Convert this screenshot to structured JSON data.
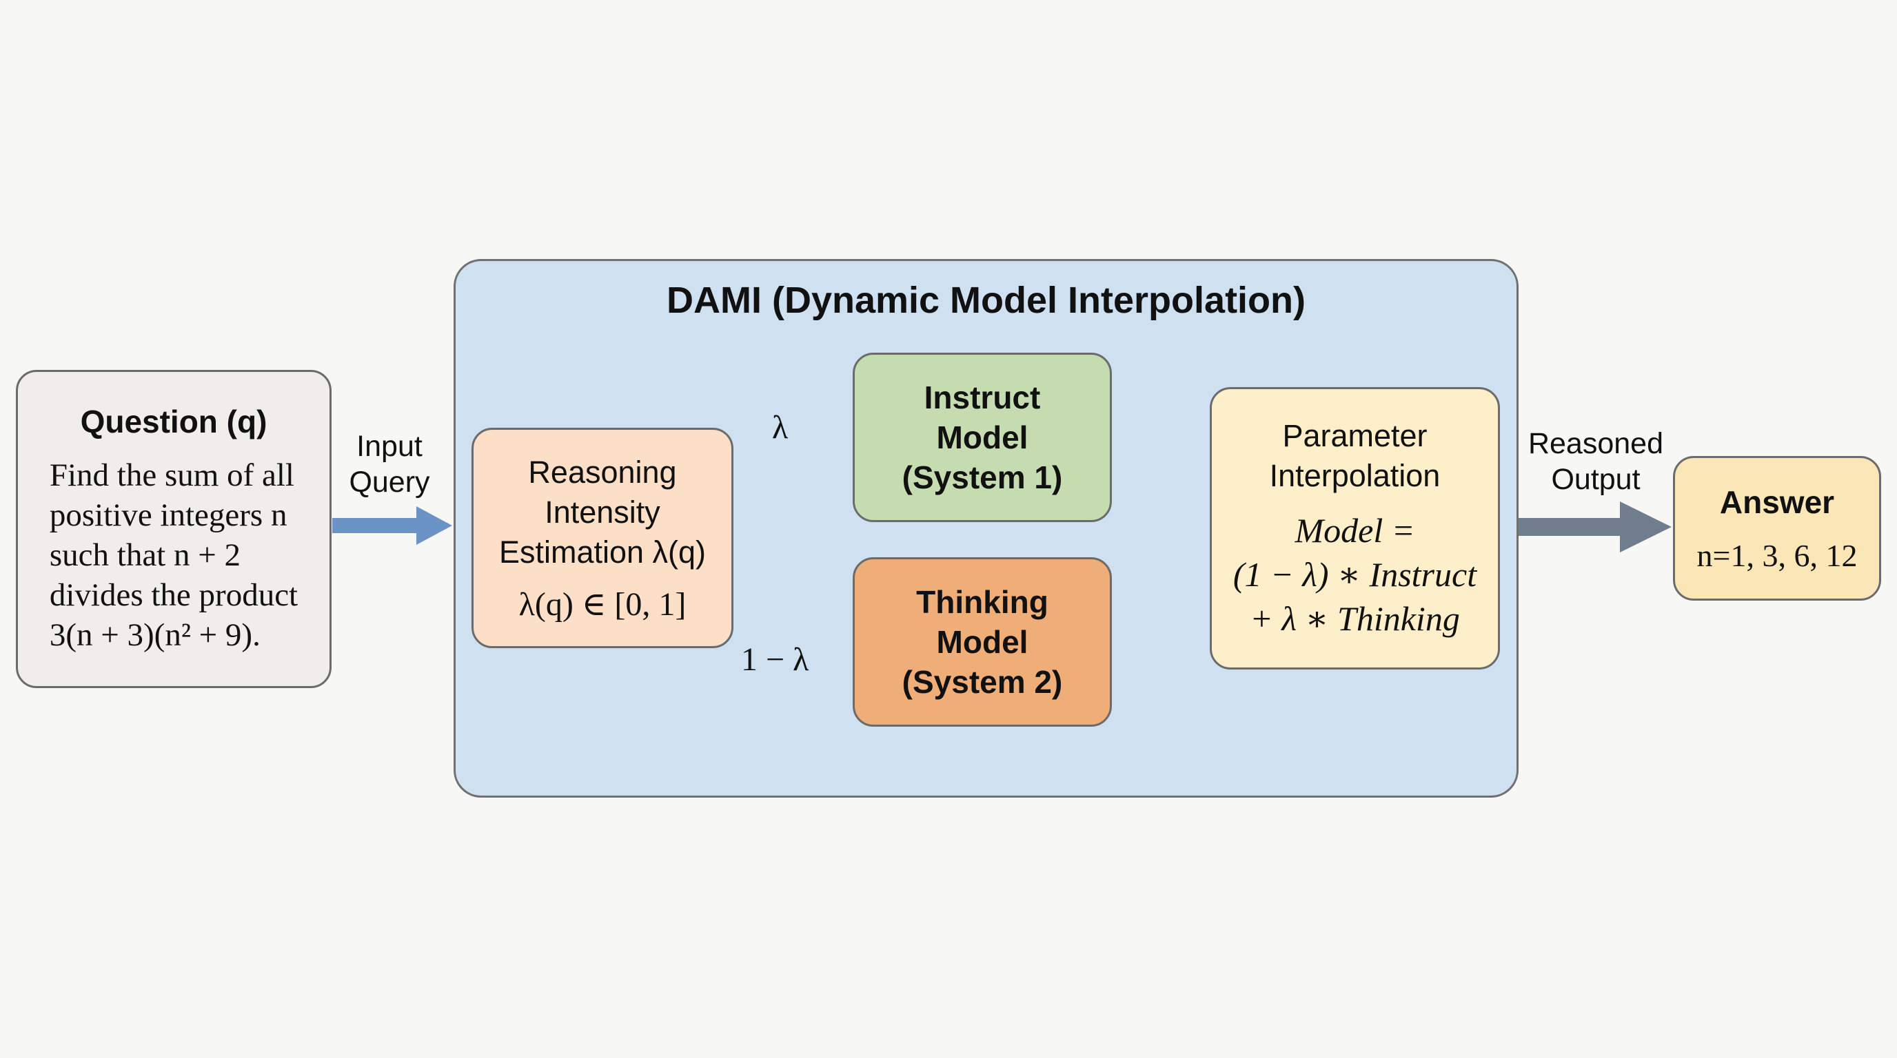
{
  "container": {
    "title": "DAMI (Dynamic Model Interpolation)"
  },
  "question": {
    "title": "Question (q)",
    "lines": [
      "Find the sum of all",
      "positive integers n",
      "such that n + 2",
      "divides the product",
      "3(n + 3)(n² + 9)."
    ]
  },
  "edges": {
    "input": [
      "Input",
      "Query"
    ],
    "reasoned": [
      "Reasoned",
      "Output"
    ],
    "lambda": "λ",
    "one_minus_lambda": "1 − λ"
  },
  "reasoning": {
    "lines": [
      "Reasoning",
      "Intensity",
      "Estimation λ(q)"
    ],
    "range": "λ(q) ∈ [0, 1]"
  },
  "instruct": {
    "lines": [
      "Instruct",
      "Model",
      "(System 1)"
    ]
  },
  "thinking": {
    "lines": [
      "Thinking",
      "Model",
      "(System 2)"
    ]
  },
  "param": {
    "lines": [
      "Parameter",
      "Interpolation"
    ],
    "formula": [
      "Model =",
      "(1 − λ) ∗ Instruct",
      "+ λ ∗ Thinking"
    ]
  },
  "answer": {
    "title": "Answer",
    "value": "n=1, 3, 6, 12"
  },
  "colors": {
    "container": "#cfe0f1",
    "question": "#efeeea",
    "reasoning": "#fbdfc7",
    "instruct": "#c5dcb0",
    "thinking": "#efae78",
    "param": "#fcefc9",
    "answer": "#fbe6b8",
    "arrow_gray": "#6f7d8c",
    "arrow_blue": "#6b93c6"
  }
}
